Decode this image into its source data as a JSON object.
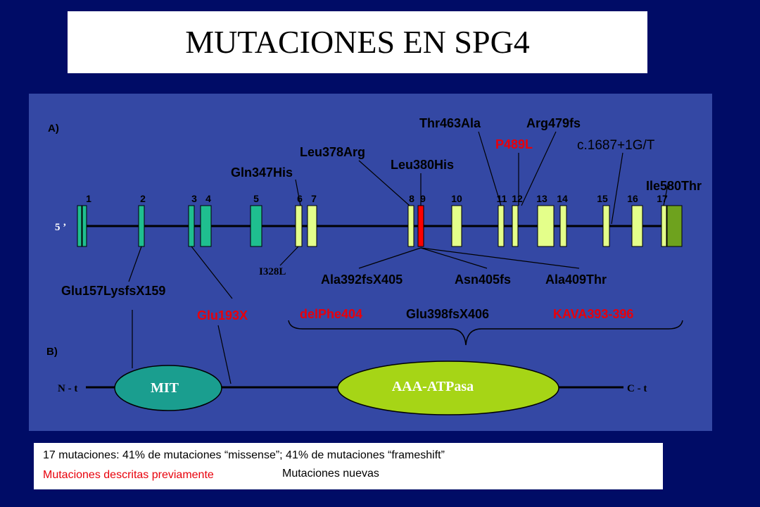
{
  "title": "MUTACIONES EN SPG4",
  "section_labels": {
    "a": "A)",
    "b": "B)"
  },
  "gene": {
    "five_prime": "5 ’",
    "exon_numbers": [
      "1",
      "2",
      "3",
      "4",
      "5",
      "6",
      "7",
      "8",
      "9",
      "10",
      "11",
      "12",
      "13",
      "14",
      "15",
      "16",
      "17"
    ],
    "mutations_above": [
      "Thr463Ala",
      "Arg479fs",
      "P489L",
      "Leu378Arg",
      "c.1687+1G/T",
      "Leu380His",
      "Ile580Thr",
      "Gln347His"
    ],
    "mutations_below": [
      "I328L",
      "Ala392fsX405",
      "Asn405fs",
      "Ala409Thr",
      "Glu157LysfsX159",
      "Glu193X",
      "delPhe404",
      "Glu398fsX406",
      "KAVA393-396"
    ]
  },
  "protein": {
    "n_term": "N - t",
    "c_term": "C - t",
    "domain_mit": "MIT",
    "domain_aaa": "AAA-ATPasa"
  },
  "legend": {
    "summary": "17 mutaciones: 41% de mutaciones “missense”; 41% de mutaciones “frameshift”",
    "previously_described": "Mutaciones descritas previamente",
    "new_mutations": "Mutaciones nuevas"
  },
  "colors": {
    "background": "#000c66",
    "panel": "#3448a4",
    "previously_described": "#e8000b",
    "exon_teal": "#1fbf8f",
    "exon_yellow_green": "#e4ff8a",
    "exon_red": "#ff0000",
    "exon_dark_green": "#6ea21e",
    "domain_mit": "#1a9e8f",
    "domain_aaa": "#a6d516"
  }
}
